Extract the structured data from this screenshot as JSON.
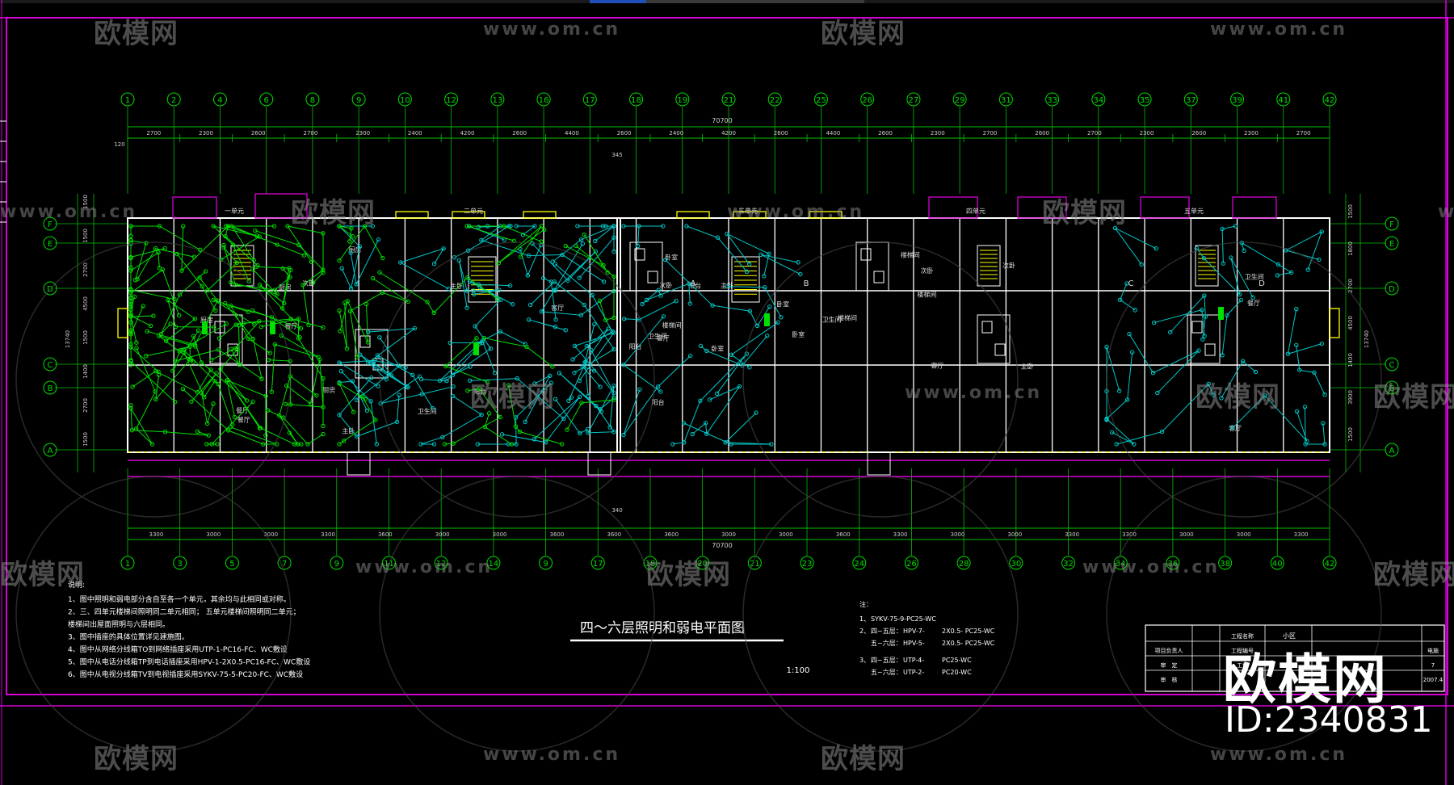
{
  "drawing": {
    "title": "四～六层照明和弱电平面图",
    "scale": "1:100",
    "total_dimension": "70700",
    "top_dimensions": [
      "2700",
      "2300",
      "2600",
      "2700",
      "2300",
      "2400",
      "4200",
      "2600",
      "4400",
      "2600",
      "2400",
      "4200",
      "2600",
      "4400",
      "2600",
      "2300",
      "2700",
      "2600",
      "2700",
      "2300",
      "2600",
      "2300",
      "2700"
    ],
    "bottom_dimensions": [
      "3300",
      "3000",
      "3000",
      "3300",
      "3600",
      "3000",
      "3000",
      "3600",
      "3600",
      "3600",
      "3000",
      "3000",
      "3600",
      "3300",
      "3000",
      "3000",
      "3300",
      "3300",
      "3000",
      "3000",
      "3300"
    ],
    "axis_top": [
      "1",
      "2",
      "4",
      "6",
      "8",
      "9",
      "10",
      "12",
      "13",
      "16",
      "17",
      "18",
      "19",
      "21",
      "22",
      "25",
      "26",
      "27",
      "29",
      "31",
      "33",
      "34",
      "35",
      "37",
      "39",
      "41",
      "42"
    ],
    "axis_bottom": [
      "1",
      "3",
      "5",
      "7",
      "9",
      "11",
      "12",
      "14",
      "9",
      "17",
      "18",
      "20",
      "21",
      "23",
      "24",
      "26",
      "28",
      "30",
      "32",
      "34",
      "36",
      "38",
      "40",
      "42"
    ],
    "axis_left": [
      "F",
      "E",
      "D",
      "C",
      "B",
      "A"
    ],
    "left_dimensions": [
      "1500",
      "1500",
      "2700",
      "4500",
      "1500",
      "1400",
      "2700",
      "1500"
    ],
    "right_dimensions": [
      "1500",
      "1800",
      "2700",
      "4500",
      "1400",
      "3900",
      "1500"
    ],
    "overall_depth": "13740",
    "unit_labels": [
      "一单元",
      "二单元",
      "三单元",
      "四单元",
      "五单元"
    ],
    "room_labels": [
      "卧室",
      "厨房",
      "客厅",
      "餐厅",
      "卫生间",
      "阳台",
      "楼梯间",
      "主卧",
      "次卧"
    ],
    "unit_codes": [
      "A",
      "B",
      "C",
      "D"
    ],
    "level_marks": [
      "120",
      "340",
      "345"
    ],
    "notes_header": "说明:",
    "notes": [
      "1、图中照明和弱电部分含自至各一个单元，其余均与此相同或对称。",
      "2、三、四单元楼梯间照明同二单元相同；  五单元楼梯间照明同二单元；",
      "   楼梯间出屋面照明与六层相同。",
      "3、图中插座的具体位置详见建施图。",
      "4、图中从网络分线箱TO到网络插座采用UTP-1-PC16-FC、WC敷设",
      "5、图中从电话分线箱TP到电话插座采用HPV-1-2X0.5-PC16-FC、WC敷设",
      "6、图中从电视分线箱TV到电视插座采用SYKV-75-5-PC20-FC、WC敷设"
    ],
    "legend_header": "注：",
    "legend": [
      {
        "no": "1、",
        "left": "SYKV-75-9-PC25-WC",
        "mid": "",
        "right": ""
      },
      {
        "no": "2、",
        "left": "四~五层：",
        "mid": "HPV-7-",
        "right": "2X0.5-  PC25-WC"
      },
      {
        "no": "",
        "left": "五~六层：",
        "mid": "HPV-5-",
        "right": "2X0.5-  PC25-WC"
      },
      {
        "no": "3、",
        "left": "四~五层：",
        "mid": "UTP-4-",
        "right": "PC25-WC"
      },
      {
        "no": "",
        "left": "五~六层：",
        "mid": "UTP-2-",
        "right": "PC20-WC"
      }
    ],
    "title_block": {
      "rows": [
        "项目负责人",
        "审　定",
        "审　核"
      ],
      "col2": [
        "工程名称",
        "工程编号",
        "工作"
      ],
      "project": "小区",
      "sheet_no": "电施",
      "page": "7",
      "date": "2007.4"
    }
  },
  "watermark": {
    "brand": "欧模网",
    "url": "www.om.cn",
    "id_text": "ID:2340831"
  },
  "colors": {
    "background": "#000000",
    "frame": "#d400d4",
    "walls": "#ffffff",
    "axis": "#00dd00",
    "wiring_green": "#00e000",
    "wiring_cyan": "#00c8c8",
    "stairs": "#ffff00",
    "dimension": "#00c000",
    "watermark": "#8a8a8a"
  }
}
